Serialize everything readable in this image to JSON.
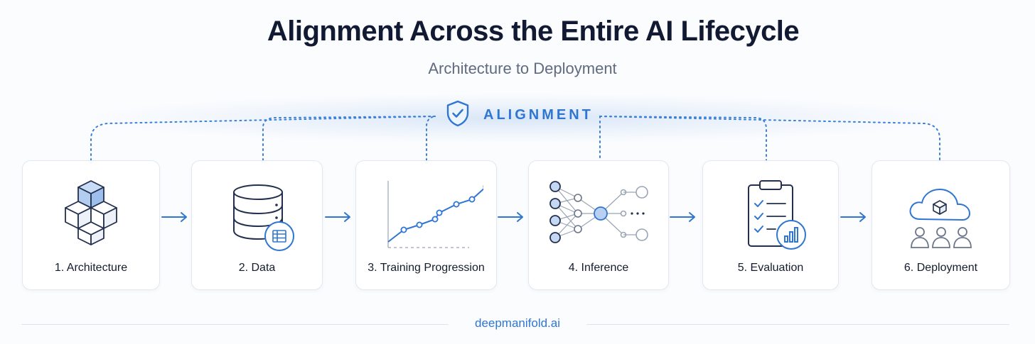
{
  "header": {
    "title": "Alignment Across the Entire AI Lifecycle",
    "subtitle": "Architecture to Deployment"
  },
  "alignment": {
    "label": "ALIGNMENT",
    "icon": "shield-check-icon"
  },
  "stages": [
    {
      "label": "1. Architecture",
      "icon": "cubes-icon"
    },
    {
      "label": "2. Data",
      "icon": "database-icon"
    },
    {
      "label": "3. Training Progression",
      "icon": "line-chart-icon"
    },
    {
      "label": "4. Inference",
      "icon": "neural-network-icon"
    },
    {
      "label": "5. Evaluation",
      "icon": "clipboard-checklist-icon"
    },
    {
      "label": "6. Deployment",
      "icon": "cloud-users-icon"
    }
  ],
  "footer": {
    "text": "deepmanifold.ai"
  },
  "colors": {
    "accent": "#2f76d2",
    "title": "#121a33",
    "subtitle": "#5f6b7e",
    "line": "#2a3550"
  }
}
